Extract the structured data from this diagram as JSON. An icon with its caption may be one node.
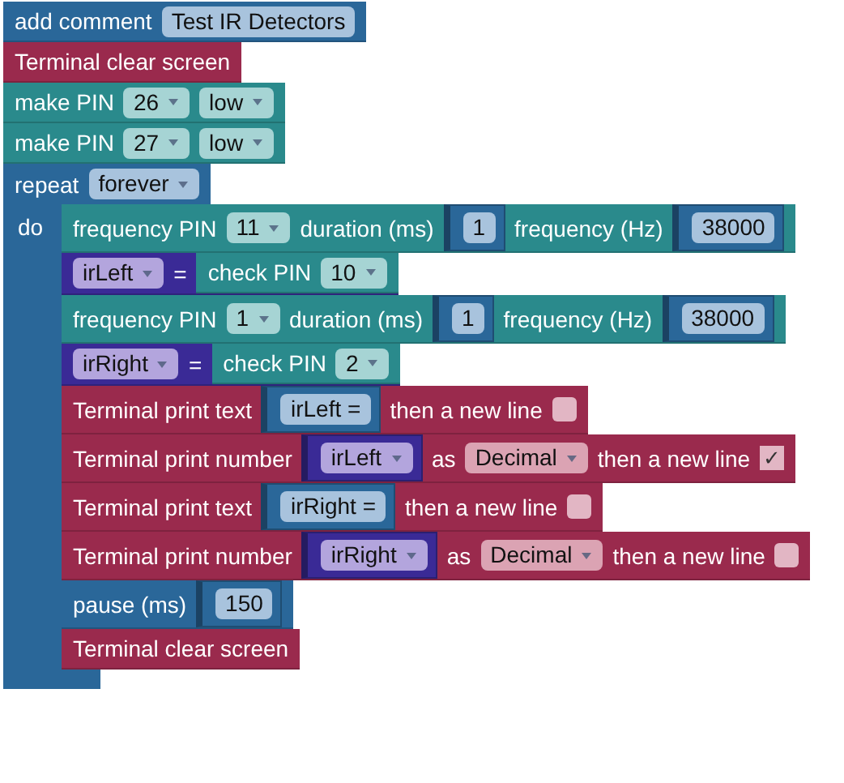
{
  "diagram": {
    "nodes": [
      {
        "text": [
          "add comment"
        ]
      },
      {
        "text": [
          "Test IR Detectors"
        ],
        "in": 0
      },
      {
        "text": [
          "Terminal clear screen"
        ]
      },
      {
        "text": [
          "make PIN"
        ]
      },
      {
        "text": [
          "26"
        ],
        "in": 3
      },
      {
        "text": [
          "low"
        ],
        "in": 3
      },
      {
        "text": [
          "make PIN"
        ]
      },
      {
        "text": [
          "27"
        ],
        "in": 6
      },
      {
        "text": [
          "low"
        ],
        "in": 6
      },
      {
        "text": [
          "repeat",
          "do"
        ]
      },
      {
        "text": [
          "forever"
        ],
        "in": 9
      },
      {
        "text": [
          "frequency PIN",
          "duration (ms)",
          "frequency (Hz)"
        ]
      },
      {
        "text": [
          "11"
        ],
        "in": 11
      },
      {
        "text": [
          "1"
        ],
        "in": 11
      },
      {
        "text": [
          "38000"
        ],
        "in": 11
      },
      {
        "text": [
          "="
        ]
      },
      {
        "text": [
          "irLeft"
        ],
        "in": 15
      },
      {
        "text": [
          "check PIN"
        ],
        "in": 15
      },
      {
        "text": [
          "10"
        ],
        "in": 17
      },
      {
        "text": [
          "frequency PIN",
          "duration (ms)",
          "frequency (Hz)"
        ]
      },
      {
        "text": [
          "1"
        ],
        "in": 19
      },
      {
        "text": [
          "1"
        ],
        "in": 19
      },
      {
        "text": [
          "38000"
        ],
        "in": 19
      },
      {
        "text": [
          "="
        ]
      },
      {
        "text": [
          "irRight"
        ],
        "in": 23
      },
      {
        "text": [
          "check PIN"
        ],
        "in": 23
      },
      {
        "text": [
          "2"
        ],
        "in": 25
      },
      {
        "text": [
          "Terminal print text",
          "then a new line"
        ]
      },
      {
        "text": [
          "irLeft ="
        ],
        "in": 27
      },
      {
        "text": [],
        "shape": "box",
        "in": 27
      },
      {
        "text": [
          "Terminal print number",
          "as",
          "then a new line"
        ]
      },
      {
        "text": [
          "irLeft"
        ],
        "in": 30
      },
      {
        "text": [
          "Decimal"
        ],
        "in": 30
      },
      {
        "text": [
          "✓"
        ],
        "in": 30
      },
      {
        "text": [
          "Terminal print text",
          "then a new line"
        ]
      },
      {
        "text": [
          "irRight ="
        ],
        "in": 34
      },
      {
        "text": [],
        "shape": "box",
        "in": 34
      },
      {
        "text": [
          "Terminal print number",
          "as",
          "then a new line"
        ]
      },
      {
        "text": [
          "irRight"
        ],
        "in": 37
      },
      {
        "text": [
          "Decimal"
        ],
        "in": 37
      },
      {
        "text": [],
        "shape": "box",
        "in": 37
      },
      {
        "text": [
          "pause (ms)"
        ]
      },
      {
        "text": [
          "150"
        ],
        "in": 41
      },
      {
        "text": [
          "Terminal clear screen"
        ]
      }
    ]
  }
}
